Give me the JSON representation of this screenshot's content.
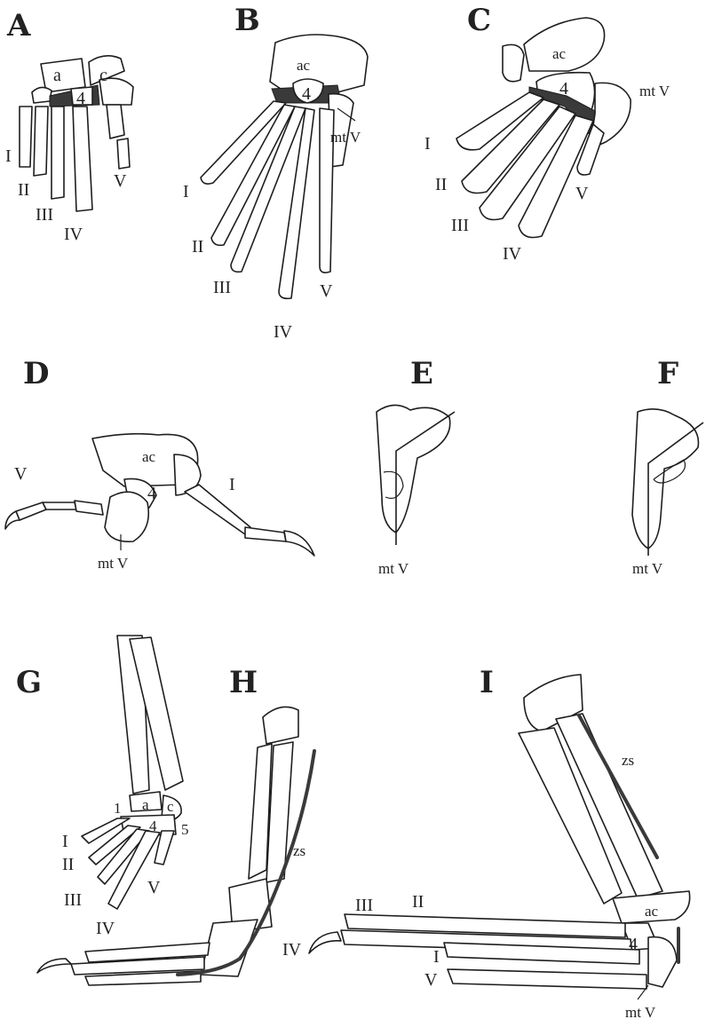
{
  "panels": {
    "A": {
      "letter": "A",
      "labels": {
        "a": "a",
        "c": "c",
        "four": "4",
        "I": "I",
        "II": "II",
        "III": "III",
        "IV": "IV",
        "V": "V"
      }
    },
    "B": {
      "letter": "B",
      "labels": {
        "ac": "ac",
        "four": "4",
        "mtV": "mt V",
        "I": "I",
        "II": "II",
        "III": "III",
        "IV": "IV",
        "V": "V"
      }
    },
    "C": {
      "letter": "C",
      "labels": {
        "ac": "ac",
        "four": "4",
        "mtV": "mt V",
        "I": "I",
        "II": "II",
        "III": "III",
        "IV": "IV",
        "V": "V"
      }
    },
    "D": {
      "letter": "D",
      "labels": {
        "V": "V",
        "ac": "ac",
        "four": "4",
        "I": "I",
        "mtV": "mt V"
      }
    },
    "E": {
      "letter": "E",
      "labels": {
        "mtV": "mt V"
      }
    },
    "F": {
      "letter": "F",
      "labels": {
        "mtV": "mt V"
      }
    },
    "G": {
      "letter": "G",
      "labels": {
        "one": "1",
        "a": "a",
        "c": "c",
        "four": "4",
        "five": "5",
        "I": "I",
        "II": "II",
        "III": "III",
        "IV": "IV",
        "V": "V"
      }
    },
    "H": {
      "letter": "H",
      "labels": {
        "zs": "zs",
        "IV": "IV"
      }
    },
    "I": {
      "letter": "I",
      "labels": {
        "zs": "zs",
        "III": "III",
        "II": "II",
        "ac": "ac",
        "four": "4",
        "I": "I",
        "V": "V",
        "mtV": "mt V"
      }
    }
  }
}
